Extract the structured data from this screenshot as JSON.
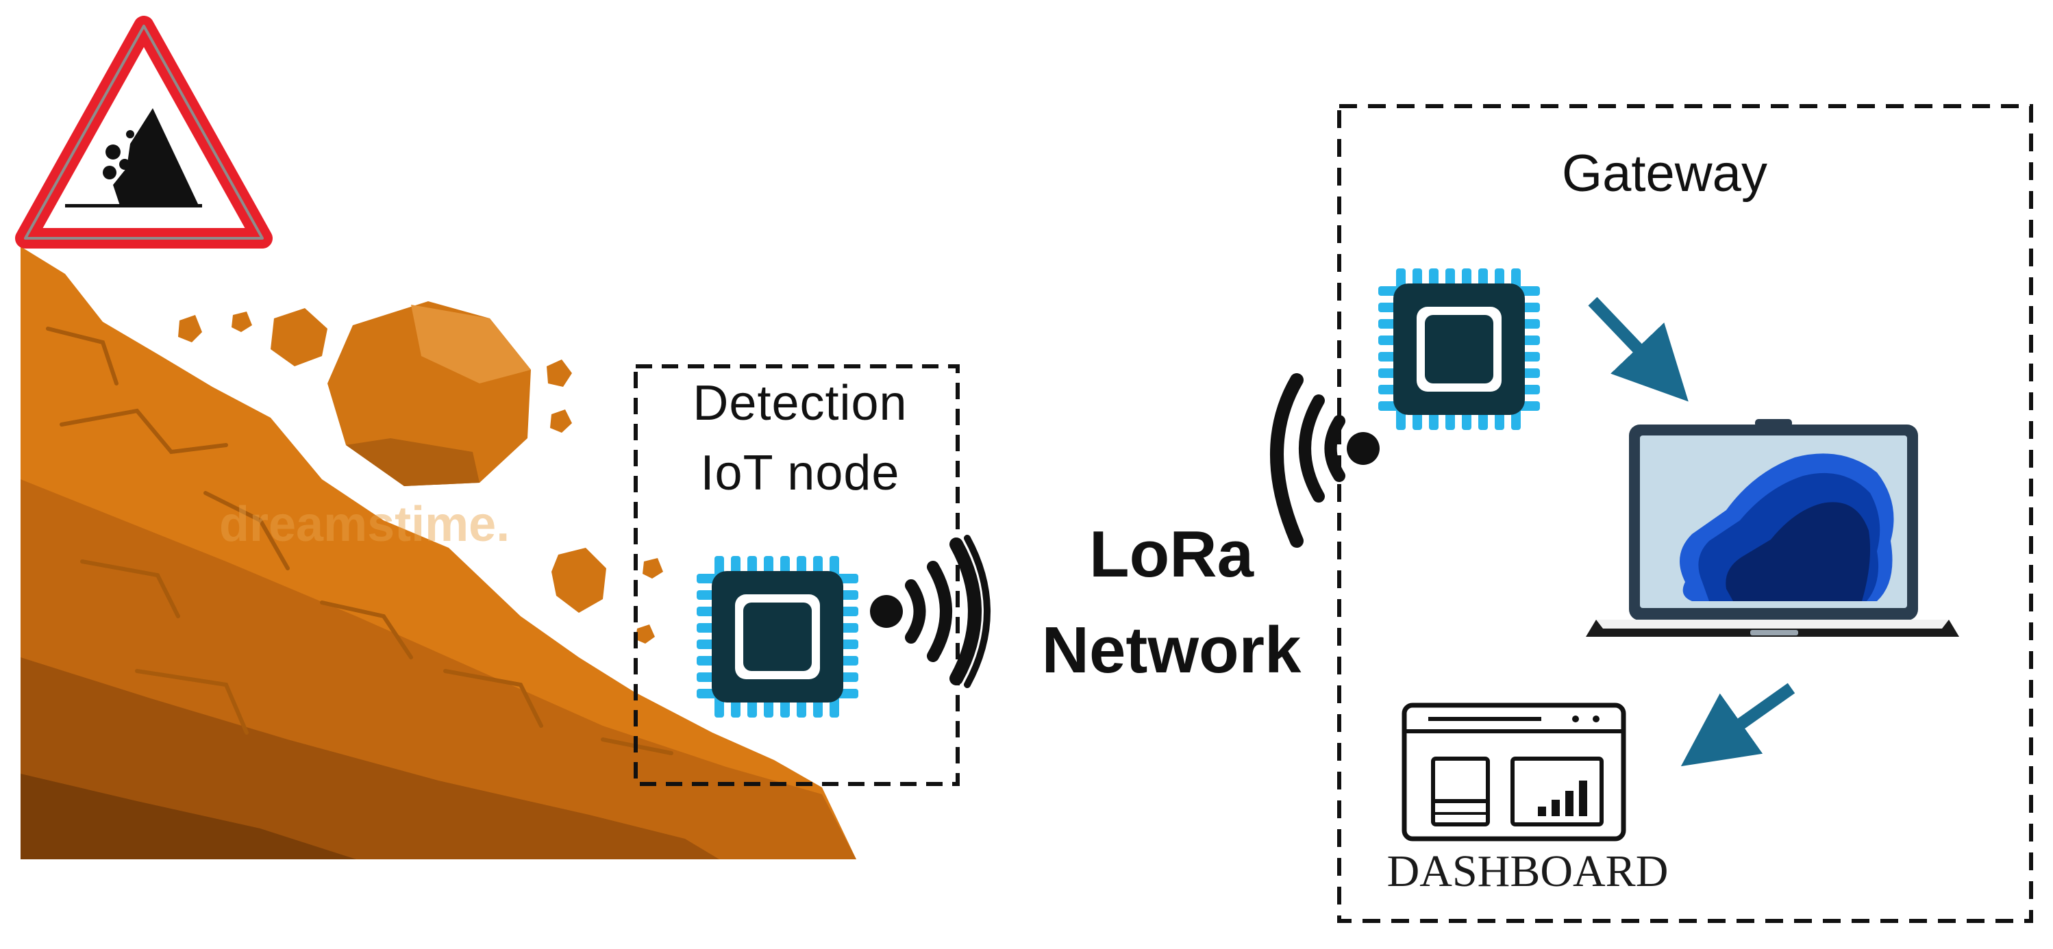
{
  "diagram": {
    "detection_node": {
      "line1": "Detection",
      "line2": "IoT node"
    },
    "network": {
      "line1": "LoRa",
      "line2": "Network"
    },
    "gateway": {
      "label": "Gateway"
    },
    "dashboard": {
      "label": "DASHBOARD"
    }
  },
  "icons": [
    "rockfall-warning-sign-icon",
    "falling-rocks-slope-icon",
    "iot-chip-icon",
    "wireless-signal-icon",
    "laptop-icon",
    "arrow-icon",
    "dashboard-icon"
  ],
  "colors": {
    "warning_red": "#e8202a",
    "rock_orange": "#d97a14",
    "chip_dark": "#0f3440",
    "chip_pins": "#28b4ea",
    "arrow_blue": "#1a6a8e",
    "laptop_screen": "#c6dbe8",
    "laptop_blob": "#0a3ca8"
  }
}
